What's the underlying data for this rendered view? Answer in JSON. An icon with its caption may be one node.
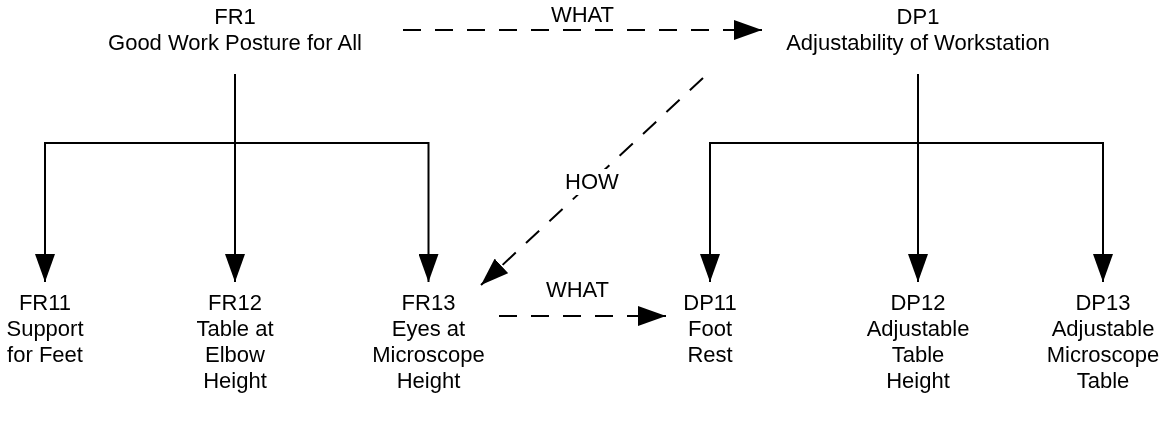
{
  "diagram": {
    "nodes": [
      {
        "text": [
          "FR1",
          "Good Work Posture for All"
        ]
      },
      {
        "text": [
          "DP1",
          "Adjustability of Workstation"
        ]
      },
      {
        "text": [
          "FR11",
          "Support for Feet"
        ]
      },
      {
        "text": [
          "FR12",
          "Table at Elbow Height"
        ]
      },
      {
        "text": [
          "FR13",
          "Eyes at Microscope Height"
        ]
      },
      {
        "text": [
          "DP11",
          "Foot Rest"
        ]
      },
      {
        "text": [
          "DP12",
          "Adjustable Table Height"
        ]
      },
      {
        "text": [
          "DP13",
          "Adjustable Microscope Table"
        ]
      }
    ],
    "edges": [
      {
        "from": 0,
        "to": 2,
        "arrow": "to"
      },
      {
        "from": 0,
        "to": 3,
        "arrow": "to"
      },
      {
        "from": 0,
        "to": 4,
        "arrow": "to"
      },
      {
        "from": 1,
        "to": 5,
        "arrow": "to"
      },
      {
        "from": 1,
        "to": 6,
        "arrow": "to"
      },
      {
        "from": 1,
        "to": 7,
        "arrow": "to"
      },
      {
        "from": 0,
        "to": 1,
        "arrow": "to",
        "label": "WHAT",
        "style": "dashed"
      },
      {
        "from": 1,
        "to": 4,
        "arrow": "to",
        "label": "HOW",
        "style": "dashed"
      },
      {
        "from": 4,
        "to": 5,
        "arrow": "to",
        "label": "WHAT",
        "style": "dashed"
      }
    ]
  }
}
